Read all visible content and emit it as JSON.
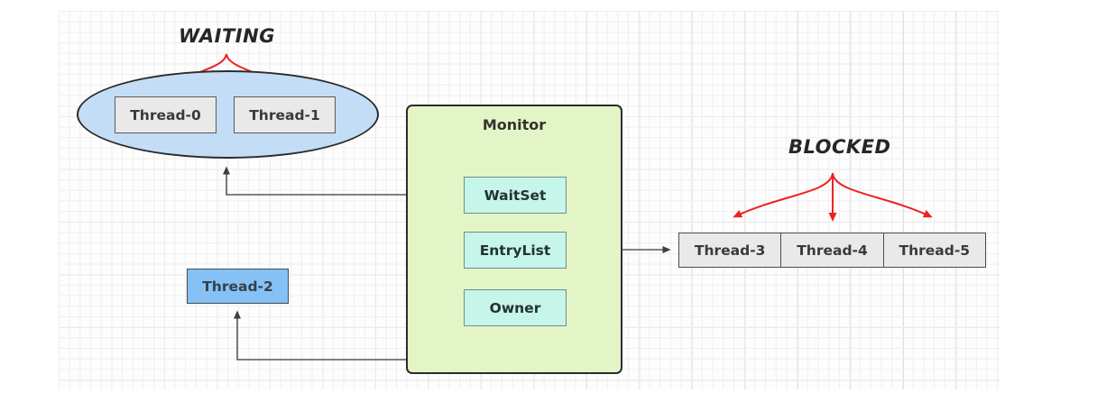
{
  "diagram": {
    "title_waiting": "WAITING",
    "title_blocked": "BLOCKED",
    "monitor": {
      "title": "Monitor",
      "wait_set": "WaitSet",
      "entry_list": "EntryList",
      "owner": "Owner"
    },
    "waiting_threads": [
      {
        "label": "Thread-0"
      },
      {
        "label": "Thread-1"
      }
    ],
    "owner_thread": {
      "label": "Thread-2"
    },
    "blocked_threads": [
      {
        "label": "Thread-3"
      },
      {
        "label": "Thread-4"
      },
      {
        "label": "Thread-5"
      }
    ],
    "colors": {
      "waiting_ellipse_fill": "#c3ddf7",
      "monitor_fill": "#e3f5c6",
      "inner_box_fill": "#c6f5ea",
      "thread_box_fill": "#e9e9e9",
      "owner_thread_fill": "#85c1f5",
      "annotation_arrow": "#ee2222",
      "connector_line": "#5a5a5a",
      "border_dark": "#2b2b2b"
    }
  }
}
